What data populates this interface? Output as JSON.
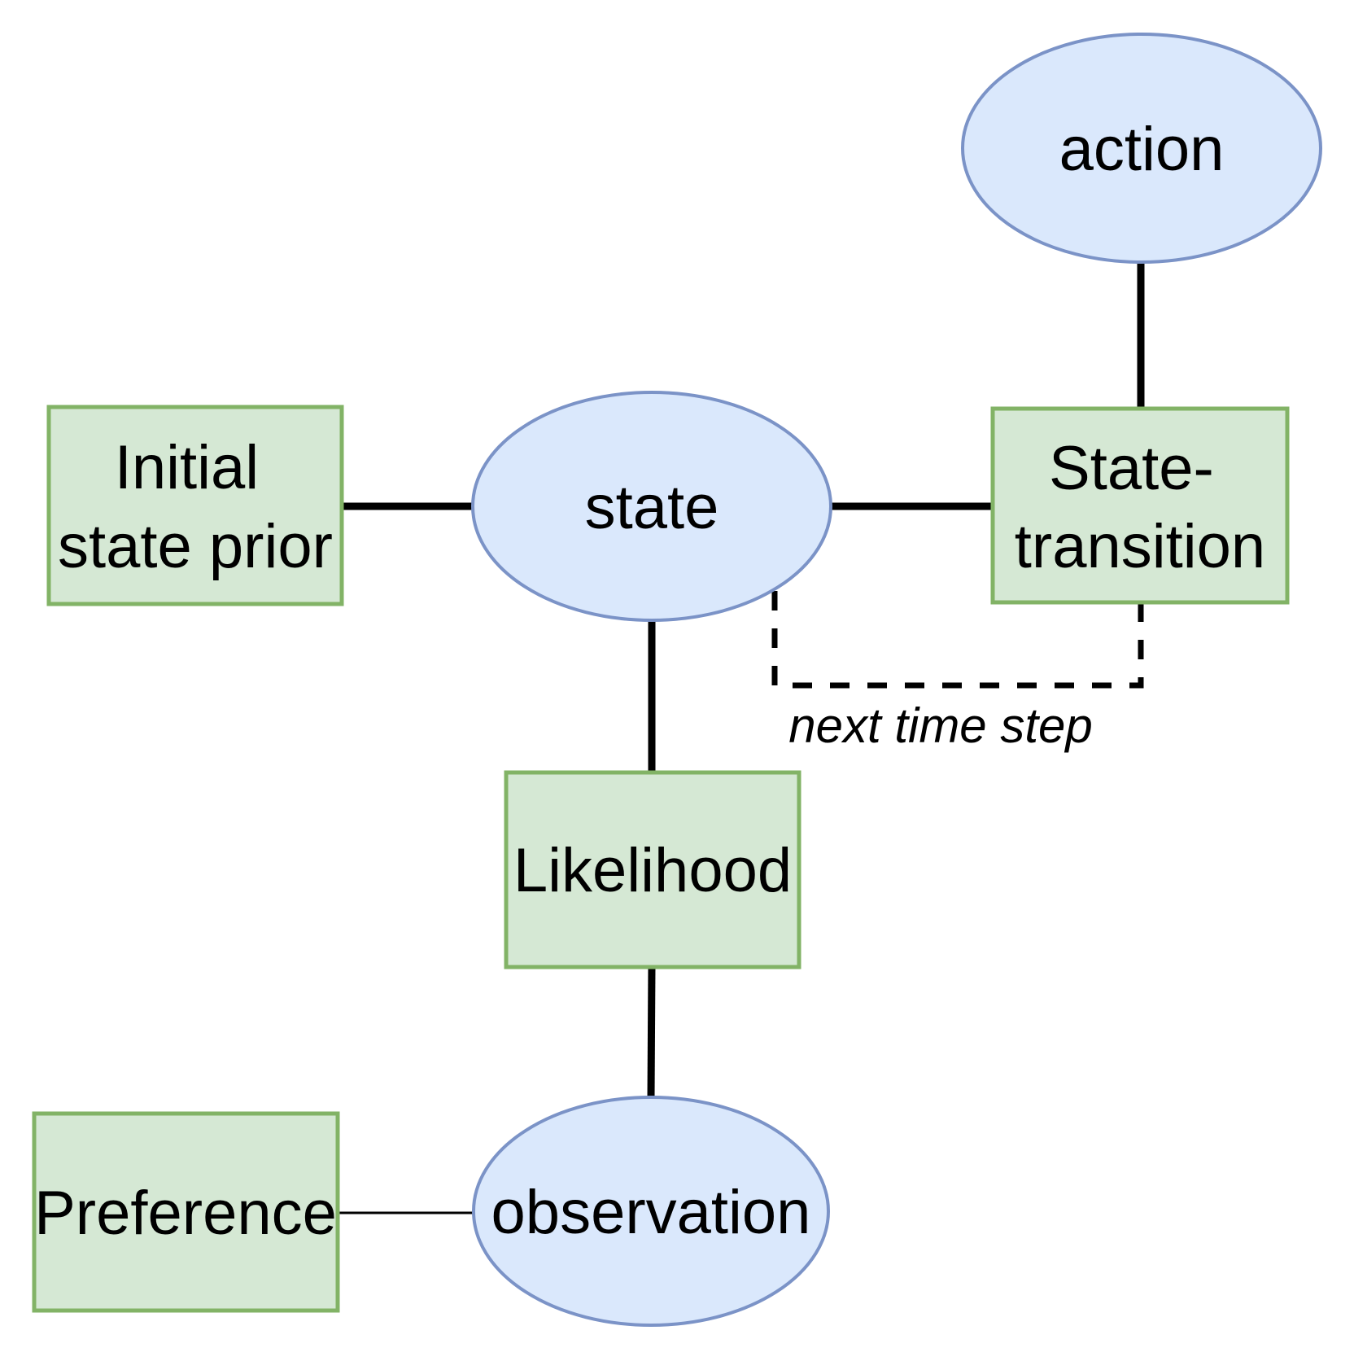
{
  "diagram": {
    "type": "factor-graph",
    "background": "#ffffff",
    "colors": {
      "variable_fill": "#dae8fc",
      "variable_stroke": "#7b93c7",
      "factor_fill": "#d5e8d4",
      "factor_stroke": "#82b366",
      "edge_color": "#000000",
      "text_color": "#000000"
    },
    "variables": {
      "action": {
        "label": "action",
        "shape": "ellipse"
      },
      "state": {
        "label": "state",
        "shape": "ellipse"
      },
      "observation": {
        "label": "observation",
        "shape": "ellipse"
      }
    },
    "factors": {
      "initial_state_prior": {
        "label": "Initial state prior",
        "line1": "Initial",
        "line2": "state prior",
        "shape": "rect"
      },
      "state_transition": {
        "label": "State-transition",
        "line1": "State-",
        "line2": "transition",
        "shape": "rect"
      },
      "likelihood": {
        "label": "Likelihood",
        "shape": "rect"
      },
      "preference": {
        "label": "Preference",
        "shape": "rect"
      }
    },
    "annotations": {
      "next_time_step": "next time step"
    },
    "edges": [
      {
        "from": "initial_state_prior",
        "to": "state",
        "style": "solid-thick"
      },
      {
        "from": "state",
        "to": "state_transition",
        "style": "solid-thick"
      },
      {
        "from": "action",
        "to": "state_transition",
        "style": "solid-thick"
      },
      {
        "from": "state",
        "to": "likelihood",
        "style": "solid-thick"
      },
      {
        "from": "likelihood",
        "to": "observation",
        "style": "solid-thick"
      },
      {
        "from": "preference",
        "to": "observation",
        "style": "solid-thin"
      },
      {
        "from": "state",
        "to": "state_transition",
        "style": "dashed",
        "label": "next time step"
      }
    ]
  }
}
